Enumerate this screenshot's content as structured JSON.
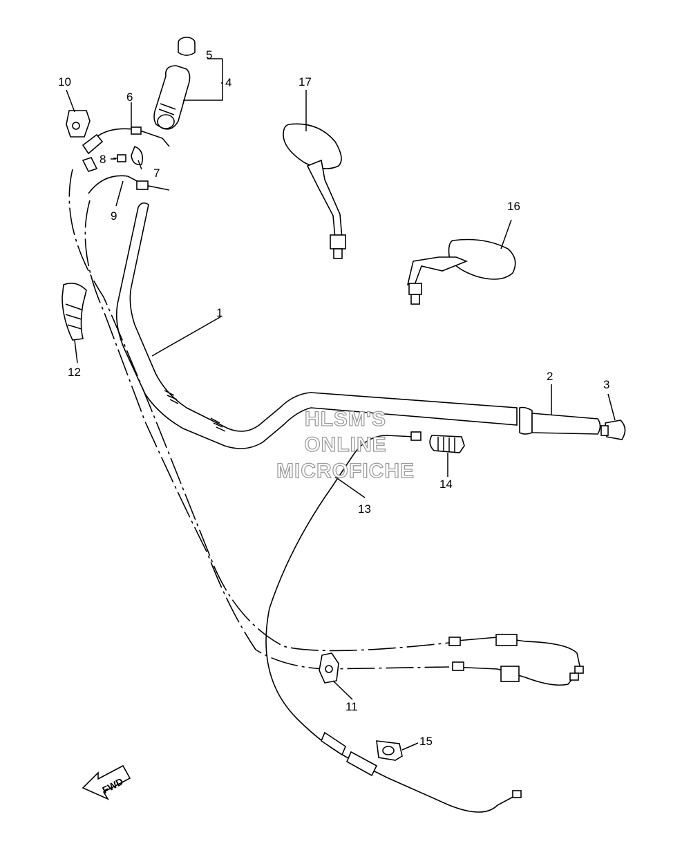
{
  "callouts": [
    {
      "id": "1",
      "label": "1"
    },
    {
      "id": "2",
      "label": "2"
    },
    {
      "id": "3",
      "label": "3"
    },
    {
      "id": "4",
      "label": "4"
    },
    {
      "id": "5",
      "label": "5"
    },
    {
      "id": "6",
      "label": "6"
    },
    {
      "id": "7",
      "label": "7"
    },
    {
      "id": "8",
      "label": "8"
    },
    {
      "id": "9",
      "label": "9"
    },
    {
      "id": "10",
      "label": "10"
    },
    {
      "id": "11",
      "label": "11"
    },
    {
      "id": "12",
      "label": "12"
    },
    {
      "id": "13",
      "label": "13"
    },
    {
      "id": "14",
      "label": "14"
    },
    {
      "id": "15",
      "label": "15"
    },
    {
      "id": "16",
      "label": "16"
    },
    {
      "id": "17",
      "label": "17"
    }
  ],
  "watermark": {
    "line1": "HLSM'S",
    "line2": "ONLINE",
    "line3": "MICROFICHE"
  },
  "direction_arrow": {
    "label": "FWD",
    "icon": "fwd-arrow-icon"
  }
}
